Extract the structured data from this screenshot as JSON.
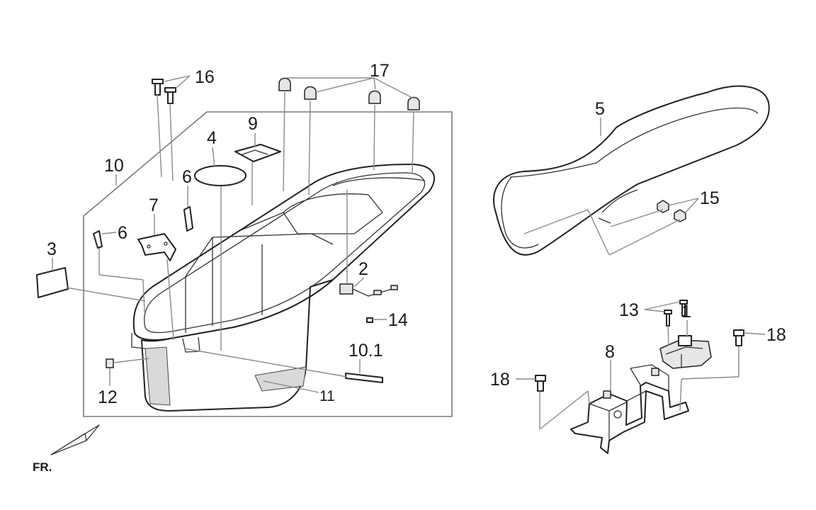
{
  "diagram": {
    "orientation_label": "FR.",
    "callouts": [
      {
        "id": "c1",
        "text": "1"
      },
      {
        "id": "c2",
        "text": "2"
      },
      {
        "id": "c3",
        "text": "3"
      },
      {
        "id": "c4",
        "text": "4"
      },
      {
        "id": "c5",
        "text": "5"
      },
      {
        "id": "c6a",
        "text": "6"
      },
      {
        "id": "c6b",
        "text": "6"
      },
      {
        "id": "c7",
        "text": "7"
      },
      {
        "id": "c8",
        "text": "8"
      },
      {
        "id": "c9",
        "text": "9"
      },
      {
        "id": "c10",
        "text": "10"
      },
      {
        "id": "c10_1",
        "text": "10.1"
      },
      {
        "id": "c11",
        "text": "11"
      },
      {
        "id": "c12",
        "text": "12"
      },
      {
        "id": "c13",
        "text": "13"
      },
      {
        "id": "c14",
        "text": "14"
      },
      {
        "id": "c15",
        "text": "15"
      },
      {
        "id": "c16",
        "text": "16"
      },
      {
        "id": "c17",
        "text": "17"
      },
      {
        "id": "c18a",
        "text": "18"
      },
      {
        "id": "c18b",
        "text": "18"
      }
    ]
  }
}
